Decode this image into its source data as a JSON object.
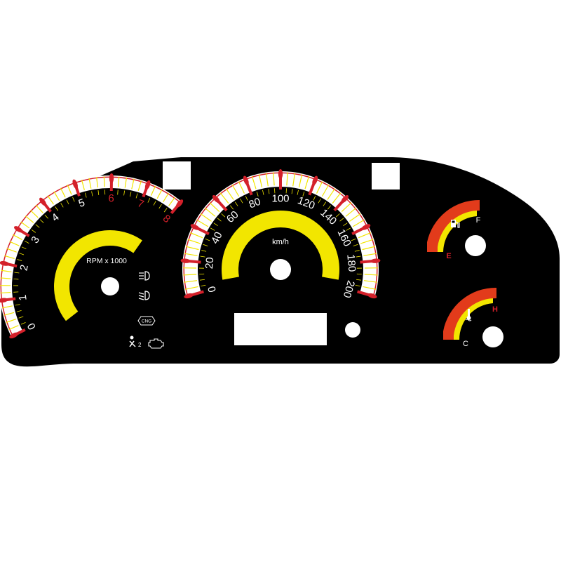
{
  "colors": {
    "background": "#ffffff",
    "panel": "#000000",
    "scale_band": "#ffffff",
    "tick_red": "#d4202a",
    "tick_yellow": "#f2e600",
    "redline": "#d4202a",
    "fuel_band": "#e23b1b",
    "temp_band": "#e23b1b",
    "label_red": "#d4202a"
  },
  "tachometer": {
    "unit_label": "RPM x 1000",
    "labels": [
      {
        "text": "0",
        "red": false
      },
      {
        "text": "1",
        "red": false
      },
      {
        "text": "2",
        "red": false
      },
      {
        "text": "3",
        "red": false
      },
      {
        "text": "4",
        "red": false
      },
      {
        "text": "5",
        "red": false
      },
      {
        "text": "6",
        "red": true
      },
      {
        "text": "7",
        "red": true
      },
      {
        "text": "8",
        "red": true
      }
    ],
    "range": [
      0,
      8
    ]
  },
  "speedometer": {
    "unit_label": "km/h",
    "labels": [
      "0",
      "20",
      "40",
      "60",
      "80",
      "100",
      "120",
      "140",
      "160",
      "180",
      "200"
    ],
    "range": [
      0,
      200
    ]
  },
  "fuel_gauge": {
    "empty_label": "E",
    "full_label": "F",
    "icon": "fuel-pump-icon"
  },
  "temp_gauge": {
    "cold_label": "C",
    "hot_label": "H",
    "icon": "thermometer-icon"
  },
  "indicators": {
    "cng_label": "CNG",
    "icons": [
      "headlight-icon",
      "fog-light-icon",
      "cng-icon",
      "seatbelt-icon",
      "check-engine-icon"
    ]
  }
}
